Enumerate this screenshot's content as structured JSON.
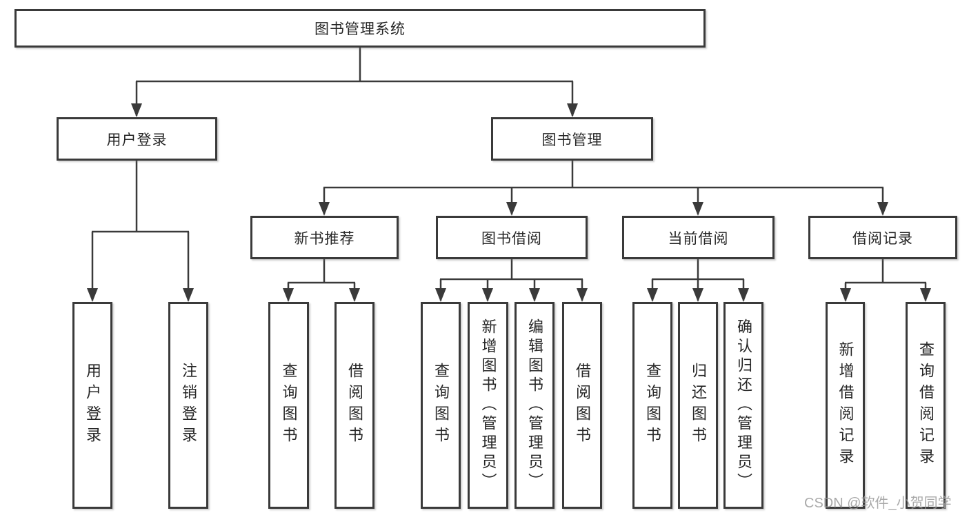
{
  "diagram": {
    "root": {
      "label": "图书管理系统"
    },
    "level2": [
      {
        "label": "用户登录"
      },
      {
        "label": "图书管理"
      }
    ],
    "level3": [
      {
        "label": "新书推荐"
      },
      {
        "label": "图书借阅"
      },
      {
        "label": "当前借阅"
      },
      {
        "label": "借阅记录"
      }
    ],
    "leaves": [
      {
        "label": "用户登录"
      },
      {
        "label": "注销登录"
      },
      {
        "label": "查询图书"
      },
      {
        "label": "借阅图书"
      },
      {
        "label": "查询图书"
      },
      {
        "label": "新增图书（管理员）"
      },
      {
        "label": "编辑图书（管理员）"
      },
      {
        "label": "借阅图书"
      },
      {
        "label": "查询图书"
      },
      {
        "label": "归还图书"
      },
      {
        "label": "确认归还（管理员）"
      },
      {
        "label": "新增借阅记录"
      },
      {
        "label": "查询借阅记录"
      }
    ]
  },
  "watermark": {
    "text": "CSDN @软件_小贺同学"
  },
  "colors": {
    "line": "#3a3a3a",
    "box_border": "#3a3a3a",
    "text": "#262626",
    "background": "#ffffff",
    "watermark": "#9b9b9b"
  }
}
